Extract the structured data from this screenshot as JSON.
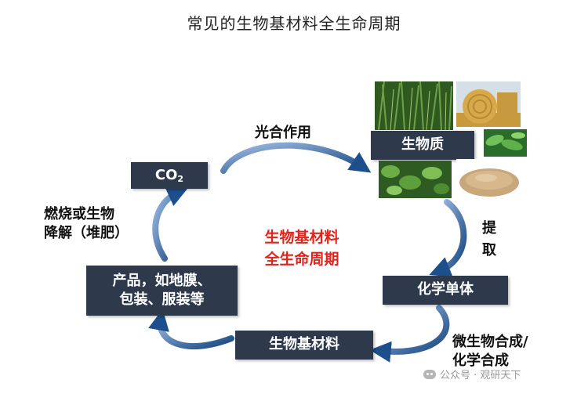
{
  "title": "常见的生物基材料全生命周期",
  "center_label": {
    "line1": "生物基材料",
    "line2": "全生命周期"
  },
  "nodes": {
    "co2": {
      "main": "CO",
      "sub": "2"
    },
    "biomass": "生物质",
    "monomer": "化学单体",
    "material": "生物基材料",
    "products": {
      "line1": "产品，如地膜、",
      "line2": "包装、服装等"
    }
  },
  "edges": {
    "photosynthesis": "光合作用",
    "extract": {
      "line1": "提",
      "line2": "取"
    },
    "synthesis": {
      "line1": "微生物合成/",
      "line2": "化学合成"
    },
    "degradation": {
      "line1": "燃烧或生物",
      "line2": "降解（堆肥）"
    }
  },
  "photos": [
    {
      "name": "grass-photo",
      "subject": "grass"
    },
    {
      "name": "hay-bale-photo",
      "subject": "hay bale"
    },
    {
      "name": "leaves-photo",
      "subject": "green leaves"
    },
    {
      "name": "soybean-plant-photo",
      "subject": "soybean plants"
    },
    {
      "name": "powder-photo",
      "subject": "powder"
    }
  ],
  "watermark": "公众号 · 观研天下",
  "colors": {
    "box": "#2e3a4c",
    "arrow": "#1d4f8c",
    "center_text": "#e0241b"
  }
}
